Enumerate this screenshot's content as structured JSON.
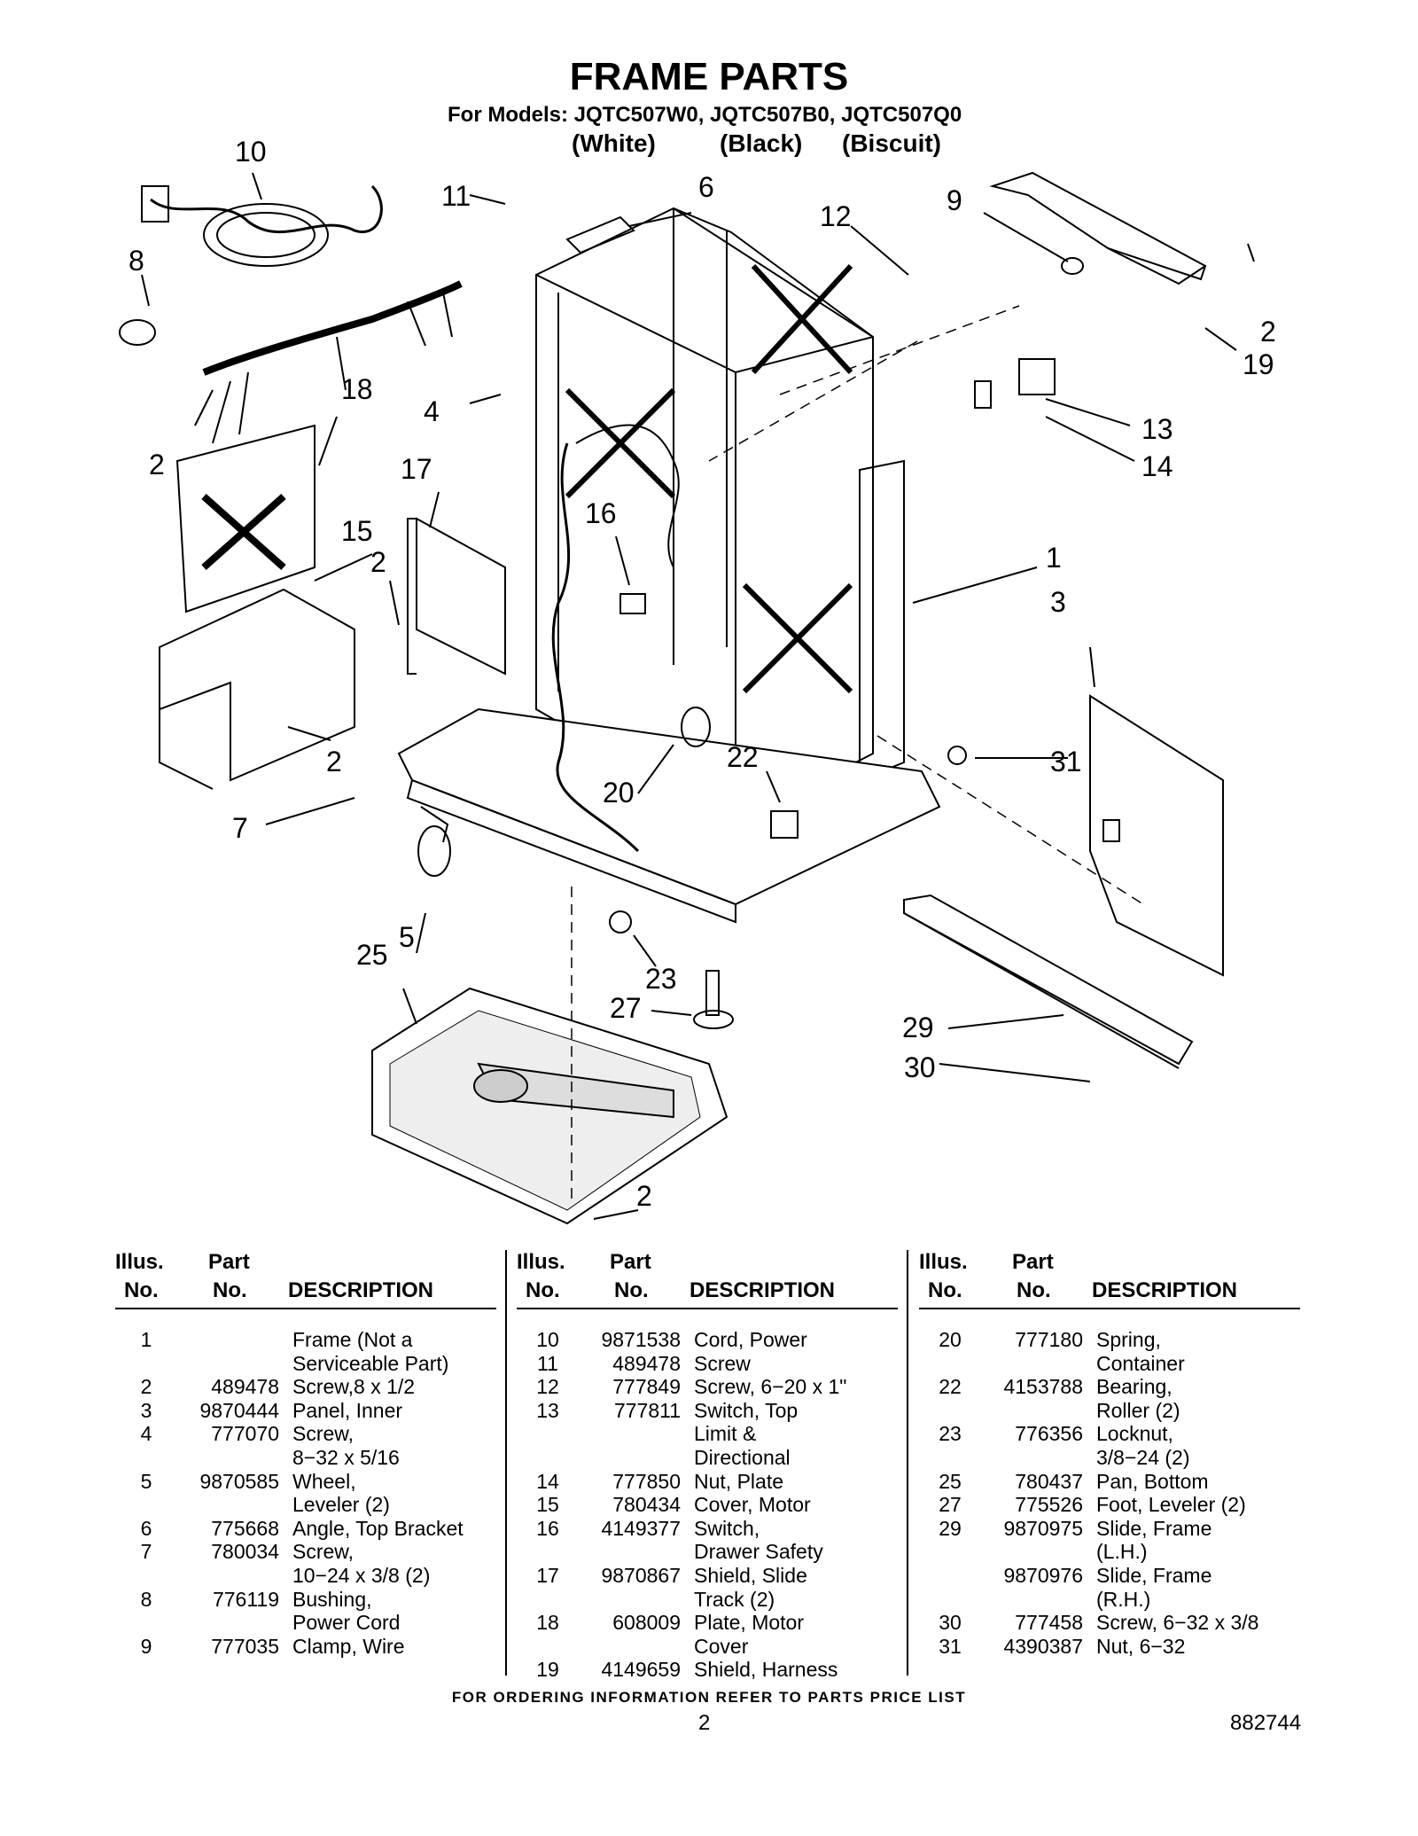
{
  "header": {
    "title": "FRAME PARTS",
    "models": "For Models: JQTC507W0, JQTC507B0, JQTC507Q0",
    "colors": [
      "(White)",
      "(Black)",
      "(Biscuit)"
    ]
  },
  "diagram": {
    "callouts": [
      "10",
      "11",
      "6",
      "12",
      "9",
      "8",
      "2",
      "19",
      "4",
      "18",
      "13",
      "14",
      "2",
      "17",
      "16",
      "15",
      "1",
      "2",
      "3",
      "2",
      "31",
      "22",
      "20",
      "7",
      "5",
      "25",
      "23",
      "27",
      "29",
      "30",
      "2"
    ]
  },
  "table": {
    "headers": {
      "illus_line1": "Illus.",
      "illus_line2": "No.",
      "part_line1": "Part",
      "part_line2": "No.",
      "description": "DESCRIPTION"
    },
    "columns": [
      [
        {
          "illus": "1",
          "part": "",
          "desc": [
            "Frame (Not a",
            "Serviceable Part)"
          ]
        },
        {
          "illus": "2",
          "part": "489478",
          "desc": [
            "Screw,8 x 1/2"
          ]
        },
        {
          "illus": "3",
          "part": "9870444",
          "desc": [
            "Panel, Inner"
          ]
        },
        {
          "illus": "4",
          "part": "777070",
          "desc": [
            "Screw,",
            "8−32 x 5/16"
          ]
        },
        {
          "illus": "5",
          "part": "9870585",
          "desc": [
            "Wheel,",
            "Leveler (2)"
          ]
        },
        {
          "illus": "6",
          "part": "775668",
          "desc": [
            "Angle, Top Bracket"
          ]
        },
        {
          "illus": "7",
          "part": "780034",
          "desc": [
            "Screw,",
            "10−24 x 3/8 (2)"
          ]
        },
        {
          "illus": "8",
          "part": "776119",
          "desc": [
            "Bushing,",
            "Power Cord"
          ]
        },
        {
          "illus": "9",
          "part": "777035",
          "desc": [
            "Clamp, Wire"
          ]
        }
      ],
      [
        {
          "illus": "10",
          "part": "9871538",
          "desc": [
            "Cord, Power"
          ]
        },
        {
          "illus": "11",
          "part": "489478",
          "desc": [
            "Screw"
          ]
        },
        {
          "illus": "12",
          "part": "777849",
          "desc": [
            "Screw, 6−20 x 1\""
          ]
        },
        {
          "illus": "13",
          "part": "777811",
          "desc": [
            "Switch, Top",
            "Limit &",
            "Directional"
          ]
        },
        {
          "illus": "14",
          "part": "777850",
          "desc": [
            "Nut, Plate"
          ]
        },
        {
          "illus": "15",
          "part": "780434",
          "desc": [
            "Cover, Motor"
          ]
        },
        {
          "illus": "16",
          "part": "4149377",
          "desc": [
            "Switch,",
            "Drawer Safety"
          ]
        },
        {
          "illus": "17",
          "part": "9870867",
          "desc": [
            "Shield, Slide",
            "Track (2)"
          ]
        },
        {
          "illus": "18",
          "part": "608009",
          "desc": [
            "Plate, Motor",
            "Cover"
          ]
        },
        {
          "illus": "19",
          "part": "4149659",
          "desc": [
            "Shield, Harness"
          ]
        }
      ],
      [
        {
          "illus": "20",
          "part": "777180",
          "desc": [
            "Spring,",
            "Container"
          ]
        },
        {
          "illus": "22",
          "part": "4153788",
          "desc": [
            "Bearing,",
            "Roller (2)"
          ]
        },
        {
          "illus": "23",
          "part": "776356",
          "desc": [
            "Locknut,",
            "3/8−24 (2)"
          ]
        },
        {
          "illus": "25",
          "part": "780437",
          "desc": [
            "Pan, Bottom"
          ]
        },
        {
          "illus": "27",
          "part": "775526",
          "desc": [
            "Foot, Leveler (2)"
          ]
        },
        {
          "illus": "29",
          "part": "9870975",
          "desc": [
            "Slide, Frame",
            "(L.H.)"
          ]
        },
        {
          "illus": "",
          "part": "9870976",
          "desc": [
            "Slide, Frame",
            "(R.H.)"
          ]
        },
        {
          "illus": "30",
          "part": "777458",
          "desc": [
            "Screw, 6−32 x 3/8"
          ]
        },
        {
          "illus": "31",
          "part": "4390387",
          "desc": [
            "Nut, 6−32"
          ]
        }
      ]
    ]
  },
  "footer": {
    "note": "FOR ORDERING INFORMATION REFER TO PARTS PRICE LIST",
    "page": "2",
    "doc_number": "882744"
  }
}
